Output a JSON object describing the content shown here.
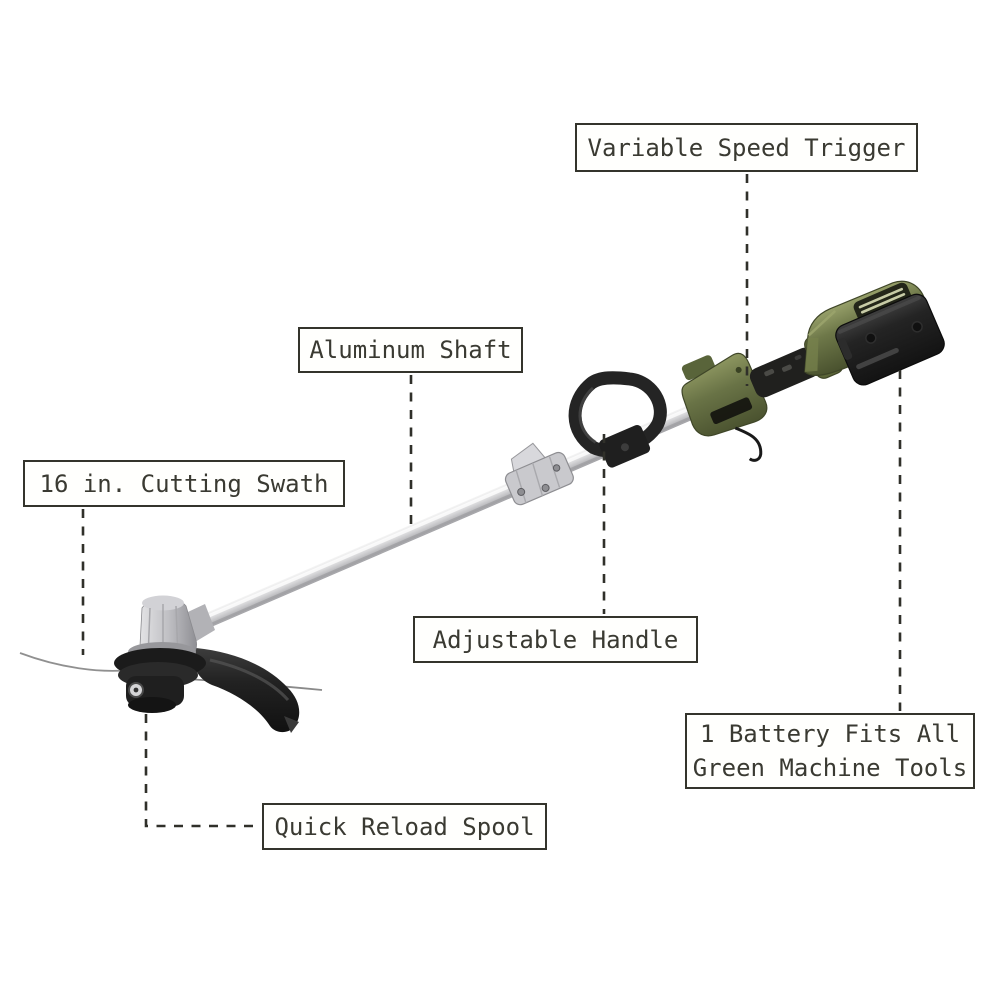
{
  "callouts": [
    {
      "id": "variable-speed-trigger",
      "label": "Variable Speed Trigger"
    },
    {
      "id": "aluminum-shaft",
      "label": "Aluminum Shaft"
    },
    {
      "id": "cutting-swath",
      "label": "16 in. Cutting Swath"
    },
    {
      "id": "adjustable-handle",
      "label": "Adjustable Handle"
    },
    {
      "id": "battery",
      "lines": [
        "1 Battery Fits All",
        "Green Machine Tools"
      ]
    },
    {
      "id": "quick-reload-spool",
      "label": "Quick Reload Spool"
    }
  ],
  "colors": {
    "background": "#ffffff",
    "callout_border": "#34342c",
    "callout_text": "#3a3a32",
    "connector_line": "#30302a",
    "housing_olive": "#697346",
    "housing_olive_dark": "#4a522f",
    "housing_olive_light": "#8d9660",
    "battery_black": "#1d1d1d",
    "shaft_silver": "#d2d2d4",
    "head_gray": "#c6c6ca",
    "string_gray": "#909090"
  }
}
